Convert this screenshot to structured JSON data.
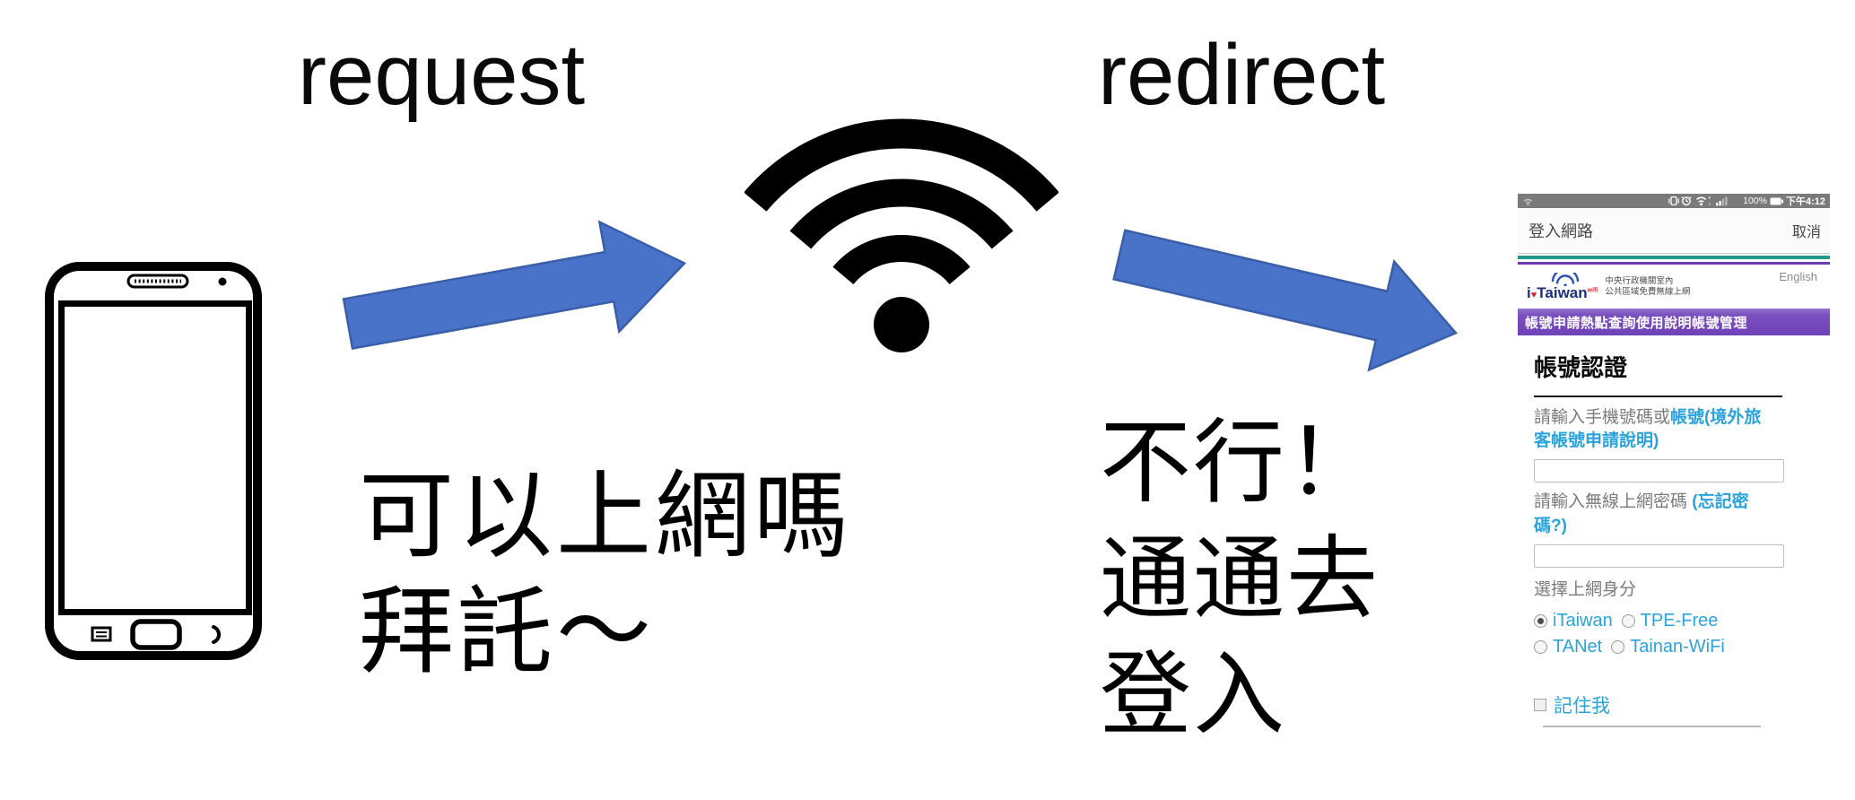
{
  "diagram": {
    "request_label": "request",
    "redirect_label": "redirect",
    "ask_lines": [
      "可以上網嗎",
      "拜託～"
    ],
    "deny_lines": [
      "不行！",
      "通通去",
      "登入"
    ],
    "arrow_color": "#4873C8",
    "arrow_border_color": "#3A5EA9"
  },
  "portal": {
    "status_bar": {
      "battery_percent": "100%",
      "time": "下午4:12"
    },
    "header": {
      "title": "登入網路",
      "cancel_button": "取消"
    },
    "brand": {
      "logo_text_i": "i",
      "logo_heart": "♥",
      "logo_text_taiwan": "Taiwan",
      "logo_sup": "wifi",
      "org_line1": "中央行政機關室內",
      "org_line2": "公共區域免費無線上網",
      "english_link": "English"
    },
    "nav_items": [
      "帳號申請",
      "熱點查詢",
      "使用說明",
      "帳號管理"
    ],
    "form": {
      "section_title": "帳號認證",
      "account_label": "請輸入手機號碼或",
      "account_link": "帳號(境外旅客帳號申請說明)",
      "password_label": "請輸入無線上網密碼 ",
      "password_link": "(忘記密碼?)",
      "identity_label": "選擇上網身分",
      "identity_options": [
        {
          "label": "iTaiwan",
          "selected": true
        },
        {
          "label": "TPE-Free",
          "selected": false
        },
        {
          "label": "TANet",
          "selected": false
        },
        {
          "label": "Tainan-WiFi",
          "selected": false
        }
      ],
      "remember_me": "記住我",
      "input1_value": "",
      "input2_value": ""
    },
    "colors": {
      "link_blue": "#2AA3DD",
      "teal_line": "#23998D",
      "purple_line": "#6B3CB5",
      "nav_purple": "#7A4FC0",
      "status_gray": "#7A7A7A"
    }
  }
}
